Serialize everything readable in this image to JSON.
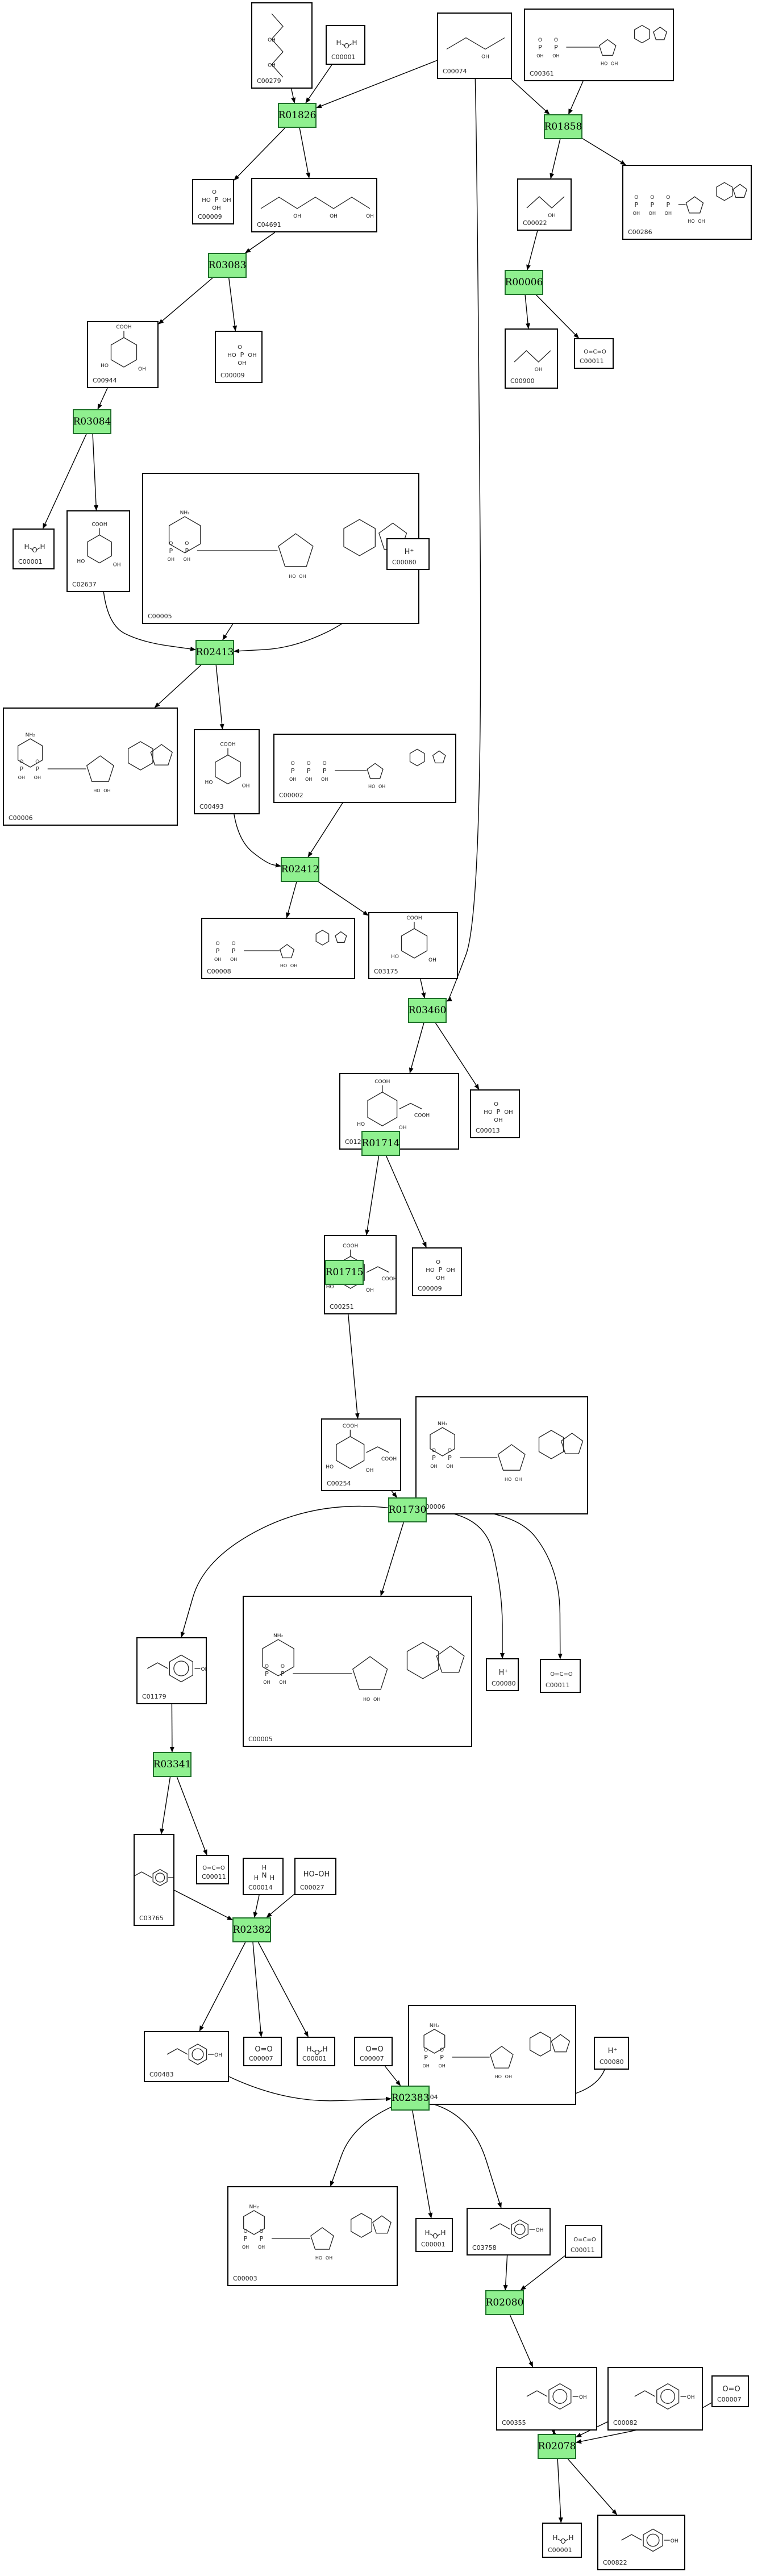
{
  "diagram": {
    "colors": {
      "reaction_fill": "#8ff08f",
      "reaction_border": "#1f6f2a",
      "edge": "#000000"
    },
    "reactions": [
      {
        "id": "R01826",
        "label": "R01826"
      },
      {
        "id": "R01858",
        "label": "R01858"
      },
      {
        "id": "R03083",
        "label": "R03083"
      },
      {
        "id": "R00006",
        "label": "R00006"
      },
      {
        "id": "R03084",
        "label": "R03084"
      },
      {
        "id": "R02413",
        "label": "R02413"
      },
      {
        "id": "R02412",
        "label": "R02412"
      },
      {
        "id": "R03460",
        "label": "R03460"
      },
      {
        "id": "R01714",
        "label": "R01714"
      },
      {
        "id": "R01715",
        "label": "R01715"
      },
      {
        "id": "R01730",
        "label": "R01730"
      },
      {
        "id": "R03341",
        "label": "R03341"
      },
      {
        "id": "R02382",
        "label": "R02382"
      },
      {
        "id": "R02383",
        "label": "R02383"
      },
      {
        "id": "R02080",
        "label": "R02080"
      },
      {
        "id": "R02078",
        "label": "R02078"
      }
    ],
    "compounds": [
      {
        "id": "c1",
        "cid": "C00279",
        "type": "e4p"
      },
      {
        "id": "c2",
        "cid": "C00001",
        "type": "water"
      },
      {
        "id": "c3",
        "cid": "C00074",
        "type": "pep"
      },
      {
        "id": "c4",
        "cid": "C00361",
        "type": "ndp"
      },
      {
        "id": "c5",
        "cid": "C00009",
        "type": "pi"
      },
      {
        "id": "c6",
        "cid": "C04691",
        "type": "chain"
      },
      {
        "id": "c7",
        "cid": "C00022",
        "type": "pyr"
      },
      {
        "id": "c8",
        "cid": "C00286",
        "type": "ntp"
      },
      {
        "id": "c9",
        "cid": "C00944",
        "type": "ring"
      },
      {
        "id": "c10",
        "cid": "C00009",
        "type": "pi"
      },
      {
        "id": "c11",
        "cid": "C00900",
        "type": "small"
      },
      {
        "id": "c12",
        "cid": "C00011",
        "type": "co2"
      },
      {
        "id": "c13",
        "cid": "C00001",
        "type": "water"
      },
      {
        "id": "c14",
        "cid": "C02637",
        "type": "ring"
      },
      {
        "id": "c15",
        "cid": "C00005",
        "type": "nadh",
        "big": true
      },
      {
        "id": "c16",
        "cid": "C00080",
        "type": "h",
        "text": "H⁺"
      },
      {
        "id": "c17",
        "cid": "C00006",
        "type": "nadh"
      },
      {
        "id": "c18",
        "cid": "C00493",
        "type": "ring"
      },
      {
        "id": "c19",
        "cid": "C00002",
        "type": "ntp"
      },
      {
        "id": "c20",
        "cid": "C00008",
        "type": "ndp"
      },
      {
        "id": "c21",
        "cid": "C03175",
        "type": "ring"
      },
      {
        "id": "c22",
        "cid": "C01269",
        "type": "ringchain"
      },
      {
        "id": "c23",
        "cid": "C00013",
        "type": "pi"
      },
      {
        "id": "c24",
        "cid": "C00251",
        "type": "ringchain"
      },
      {
        "id": "c25",
        "cid": "C00009",
        "type": "pi"
      },
      {
        "id": "c26",
        "cid": "C00254",
        "type": "ringchain"
      },
      {
        "id": "c27",
        "cid": "C00006",
        "type": "nadh"
      },
      {
        "id": "c28",
        "cid": "C01179",
        "type": "aromatic"
      },
      {
        "id": "c29",
        "cid": "C00005",
        "type": "nadh",
        "big": true
      },
      {
        "id": "c30",
        "cid": "C00080",
        "type": "h",
        "text": "H⁺"
      },
      {
        "id": "c31",
        "cid": "C00011",
        "type": "co2"
      },
      {
        "id": "c32",
        "cid": "C03765",
        "type": "aromatic"
      },
      {
        "id": "c33",
        "cid": "C00011",
        "type": "co2"
      },
      {
        "id": "c34",
        "cid": "C00014",
        "type": "nh3"
      },
      {
        "id": "c35",
        "cid": "C00027",
        "type": "h2o2",
        "text": "HO–OH"
      },
      {
        "id": "c36",
        "cid": "C00483",
        "type": "aromatic"
      },
      {
        "id": "c37",
        "cid": "C00007",
        "type": "o2",
        "text": "O=O"
      },
      {
        "id": "c38",
        "cid": "C00001",
        "type": "water"
      },
      {
        "id": "c39",
        "cid": "C00007",
        "type": "o2",
        "text": "O=O"
      },
      {
        "id": "c40",
        "cid": "C00004",
        "type": "nadh"
      },
      {
        "id": "c41",
        "cid": "C00080",
        "type": "h",
        "text": "H⁺"
      },
      {
        "id": "c42",
        "cid": "C00003",
        "type": "nadh"
      },
      {
        "id": "c43",
        "cid": "C00001",
        "type": "water"
      },
      {
        "id": "c44",
        "cid": "C03758",
        "type": "aromatic"
      },
      {
        "id": "c45",
        "cid": "C00011",
        "type": "co2"
      },
      {
        "id": "c46",
        "cid": "C00355",
        "type": "aromatic"
      },
      {
        "id": "c47",
        "cid": "C00082",
        "type": "aromatic"
      },
      {
        "id": "c48",
        "cid": "C00007",
        "type": "o2",
        "text": "O=O"
      },
      {
        "id": "c49",
        "cid": "C00001",
        "type": "water"
      },
      {
        "id": "c50",
        "cid": "C00822",
        "type": "aromatic"
      }
    ],
    "edges": [
      {
        "from": "c1",
        "to": "R01826"
      },
      {
        "from": "c2",
        "to": "R01826"
      },
      {
        "from": "c3",
        "to": "R01826"
      },
      {
        "from": "R01826",
        "to": "c5"
      },
      {
        "from": "R01826",
        "to": "c6"
      },
      {
        "from": "c3",
        "to": "R01858"
      },
      {
        "from": "c4",
        "to": "R01858"
      },
      {
        "from": "R01858",
        "to": "c7"
      },
      {
        "from": "R01858",
        "to": "c8"
      },
      {
        "from": "c6",
        "to": "R03083"
      },
      {
        "from": "R03083",
        "to": "c9"
      },
      {
        "from": "R03083",
        "to": "c10"
      },
      {
        "from": "c7",
        "to": "R00006"
      },
      {
        "from": "R00006",
        "to": "c11"
      },
      {
        "from": "R00006",
        "to": "c12"
      },
      {
        "from": "c9",
        "to": "R03084"
      },
      {
        "from": "R03084",
        "to": "c13"
      },
      {
        "from": "R03084",
        "to": "c14"
      },
      {
        "from": "c14",
        "to": "R02413"
      },
      {
        "from": "c15",
        "to": "R02413"
      },
      {
        "from": "c16",
        "to": "R02413"
      },
      {
        "from": "R02413",
        "to": "c17"
      },
      {
        "from": "R02413",
        "to": "c18"
      },
      {
        "from": "c18",
        "to": "R02412"
      },
      {
        "from": "c19",
        "to": "R02412"
      },
      {
        "from": "R02412",
        "to": "c20"
      },
      {
        "from": "R02412",
        "to": "c21"
      },
      {
        "from": "c21",
        "to": "R03460"
      },
      {
        "from": "c3",
        "to": "R03460"
      },
      {
        "from": "R03460",
        "to": "c22"
      },
      {
        "from": "R03460",
        "to": "c23"
      },
      {
        "from": "c22",
        "to": "R01714"
      },
      {
        "from": "R01714",
        "to": "c24"
      },
      {
        "from": "R01714",
        "to": "c25"
      },
      {
        "from": "c24",
        "to": "R01715"
      },
      {
        "from": "R01715",
        "to": "c26"
      },
      {
        "from": "c26",
        "to": "R01730"
      },
      {
        "from": "c27",
        "to": "R01730"
      },
      {
        "from": "R01730",
        "to": "c28"
      },
      {
        "from": "R01730",
        "to": "c29"
      },
      {
        "from": "R01730",
        "to": "c30"
      },
      {
        "from": "R01730",
        "to": "c31"
      },
      {
        "from": "c28",
        "to": "R03341"
      },
      {
        "from": "R03341",
        "to": "c32"
      },
      {
        "from": "R03341",
        "to": "c33"
      },
      {
        "from": "c32",
        "to": "R02382"
      },
      {
        "from": "c34",
        "to": "R02382"
      },
      {
        "from": "c35",
        "to": "R02382"
      },
      {
        "from": "R02382",
        "to": "c36"
      },
      {
        "from": "R02382",
        "to": "c37"
      },
      {
        "from": "R02382",
        "to": "c38"
      },
      {
        "from": "c36",
        "to": "R02383"
      },
      {
        "from": "c39",
        "to": "R02383"
      },
      {
        "from": "c40",
        "to": "R02383"
      },
      {
        "from": "c41",
        "to": "R02383"
      },
      {
        "from": "R02383",
        "to": "c42"
      },
      {
        "from": "R02383",
        "to": "c43"
      },
      {
        "from": "R02383",
        "to": "c44"
      },
      {
        "from": "c44",
        "to": "R02080"
      },
      {
        "from": "c45",
        "to": "R02080"
      },
      {
        "from": "R02080",
        "to": "c46"
      },
      {
        "from": "c46",
        "to": "R02078"
      },
      {
        "from": "c47",
        "to": "R02078"
      },
      {
        "from": "c48",
        "to": "R02078"
      },
      {
        "from": "R02078",
        "to": "c46"
      },
      {
        "from": "R02078",
        "to": "c49"
      },
      {
        "from": "R02078",
        "to": "c50"
      }
    ]
  }
}
